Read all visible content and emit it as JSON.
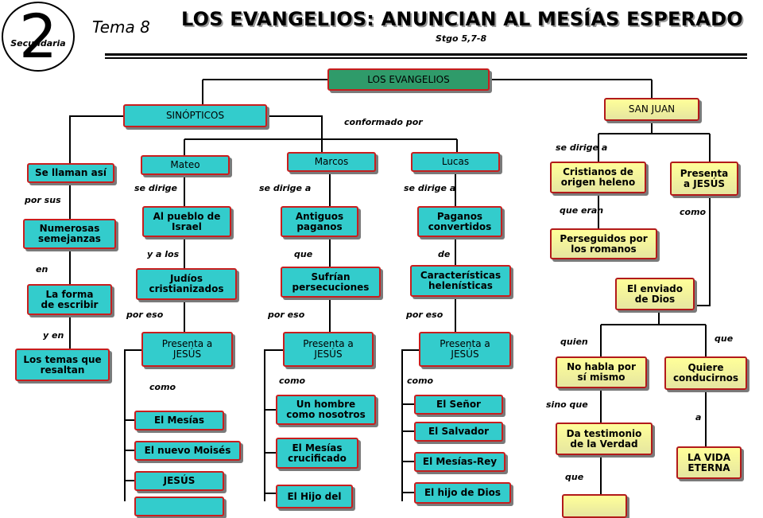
{
  "header": {
    "logo_number": "2",
    "logo_text": "Secundaria",
    "topic": "Tema 8",
    "title": "LOS EVANGELIOS: ANUNCIAN AL MESÍAS ESPERADO",
    "reference": "Stgo 5,7-8"
  },
  "nodes": {
    "root": "LOS EVANGELIOS",
    "sinopticos": "SINÓPTICOS",
    "san_juan": "SAN JUAN",
    "se_llaman": "Se llaman así",
    "semejanzas": "Numerosas\nsemejanzas",
    "forma": "La forma\nde escribir",
    "temas": "Los temas que\nresaltan",
    "mateo": "Mateo",
    "marcos": "Marcos",
    "lucas": "Lucas",
    "pueblo": "Al pueblo de\nIsrael",
    "judios": "Judíos\ncristianizados",
    "mateo_presenta": "Presenta a\nJESÚS",
    "mesias": "El Mesías",
    "moises": "El nuevo Moisés",
    "jesus": "JESÚS",
    "antiguos": "Antiguos\npaganos",
    "sufrian": "Sufrían\npersecuciones",
    "marcos_presenta": "Presenta a\nJESÚS",
    "hombre": "Un hombre\ncomo nosotros",
    "crucificado": "El Mesías\ncrucificado",
    "hijo_del": "El Hijo del",
    "paganos": "Paganos\nconvertidos",
    "helenisticas": "Características\nhelenísticas",
    "lucas_presenta": "Presenta a\nJESÚS",
    "senor": "El Señor",
    "salvador": "El Salvador",
    "mesias_rey": "El Mesías-Rey",
    "hijo_dios": "El hijo de Dios",
    "cristianos": "Cristianos  de\norigen heleno",
    "juan_presenta": "Presenta\na JESÚS",
    "perseguidos": "Perseguidos por\nlos romanos",
    "enviado": "El enviado\nde Dios",
    "no_habla": "No habla por\nsí mismo",
    "quiere": "Quiere\nconducirnos",
    "testimonio": "Da testimonio\nde la Verdad",
    "vida": "LA VIDA\nETERNA"
  },
  "labels": {
    "conformado": "conformado por",
    "por_sus": "por sus",
    "en": "en",
    "y_en": "y  en",
    "mateo_dirige": "se dirige",
    "y_a_los": "y a los",
    "mateo_por_eso": "por eso",
    "mateo_como": "como",
    "marcos_dirige": "se dirige a",
    "que_marcos": "que",
    "marcos_por_eso": "por eso",
    "marcos_como": "como",
    "lucas_dirige": "se dirige a",
    "de": "de",
    "lucas_por_eso": "por eso",
    "lucas_como": "como",
    "juan_dirige": "se dirige a",
    "que_eran": "que eran",
    "juan_como": "como",
    "quien": "quien",
    "que_right": "que",
    "sino_que": "sino que",
    "a": "a",
    "que_bottom": "que"
  }
}
